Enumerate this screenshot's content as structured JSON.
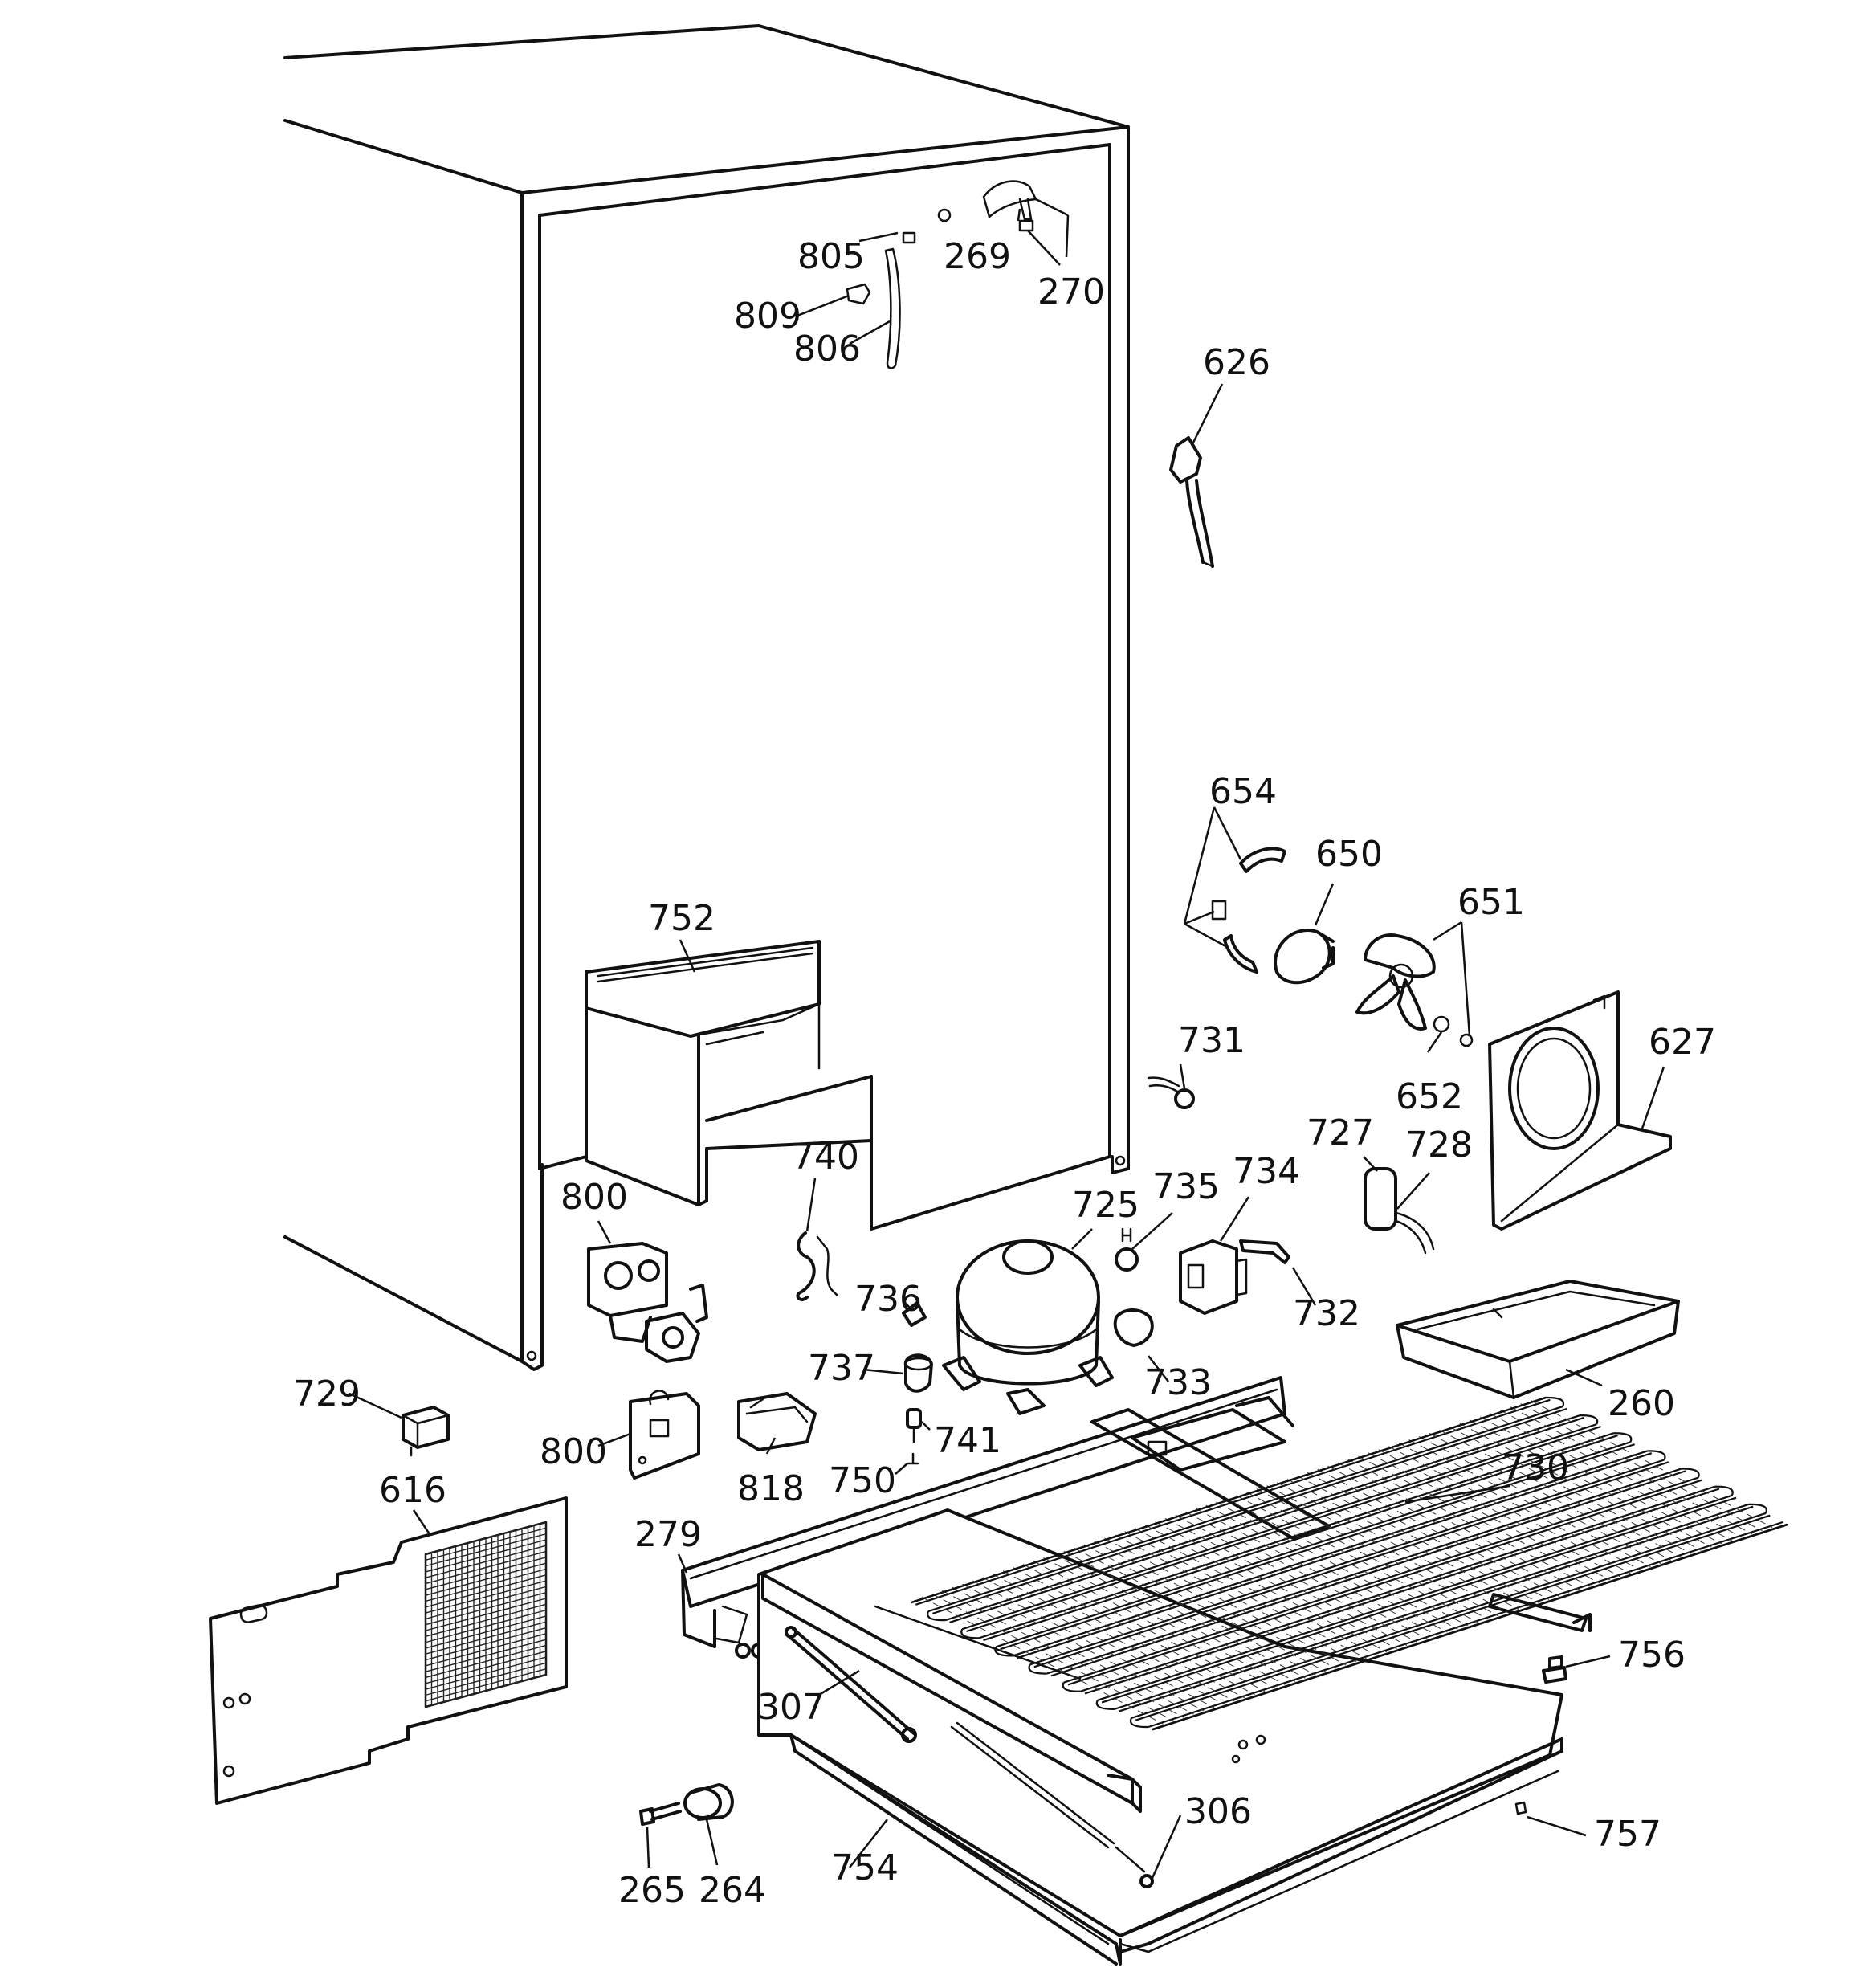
{
  "diagram": {
    "labels": {
      "p805": "805",
      "p269": "269",
      "p270": "270",
      "p809": "809",
      "p806": "806",
      "p626": "626",
      "p654": "654",
      "p650": "650",
      "p651": "651",
      "p752": "752",
      "p731": "731",
      "p627": "627",
      "p652": "652",
      "p727": "727",
      "p728": "728",
      "p740": "740",
      "p800a": "800",
      "p735": "735",
      "p734": "734",
      "p725": "725",
      "p736": "736",
      "p732": "732",
      "p737": "737",
      "p733": "733",
      "p260": "260",
      "p729": "729",
      "p800b": "800",
      "p741": "741",
      "p818": "818",
      "p750": "750",
      "p730": "730",
      "p616": "616",
      "p279": "279",
      "p756": "756",
      "p307": "307",
      "p306": "306",
      "p757": "757",
      "p754": "754",
      "p265": "265",
      "p264": "264"
    }
  }
}
